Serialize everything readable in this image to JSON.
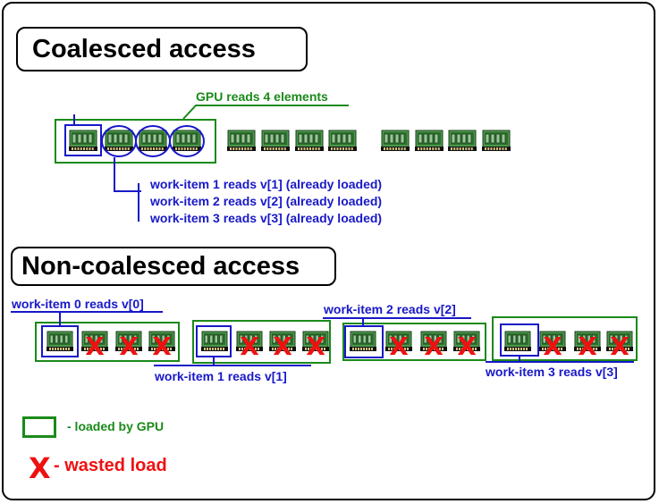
{
  "sections": {
    "coalesced_title": "Coalesced access",
    "noncoalesced_title": "Non-coalesced access"
  },
  "coalesced": {
    "gpu_label": "GPU reads 4 elements",
    "work_items": [
      "work-item 1 reads v[1] (already loaded)",
      "work-item 2 reads v[2] (already loaded)",
      "work-item 3 reads v[3] (already loaded)"
    ]
  },
  "noncoalesced": {
    "labels": [
      "work-item 0 reads v[0]",
      "work-item 1 reads v[1]",
      "work-item 2 reads v[2]",
      "work-item 3 reads v[3]"
    ]
  },
  "legend": {
    "loaded_text": "- loaded by GPU",
    "wasted_mark": "X",
    "wasted_text": "- wasted load"
  },
  "colors": {
    "green": "#1a8a1a",
    "blue": "#1818c8",
    "red": "#ee1111",
    "chip_green": "#4a9a4a"
  }
}
